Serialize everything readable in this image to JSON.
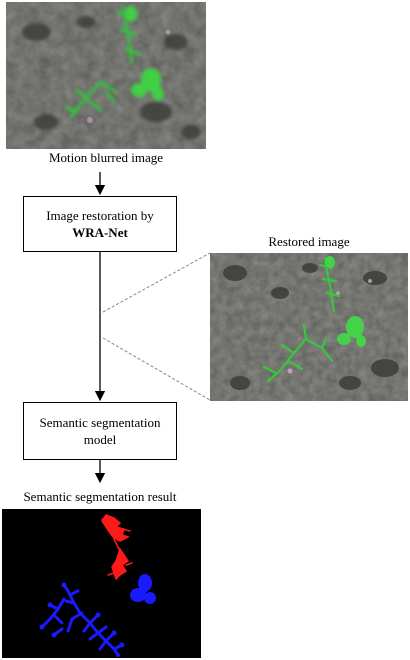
{
  "captions": {
    "blurred": "Motion blurred image",
    "restored": "Restored image",
    "segmentation": "Semantic segmentation result"
  },
  "boxes": {
    "restoration_line1": "Image restoration by",
    "restoration_line2": "WRA-Net",
    "segmentation_line1": "Semantic segmentation",
    "segmentation_line2": "model"
  },
  "colors": {
    "soil": "#5a5a56",
    "plant": "#2fbf3a",
    "segment_a": "#ff1a1a",
    "segment_b": "#1a1aff",
    "background_mask": "#000000"
  }
}
